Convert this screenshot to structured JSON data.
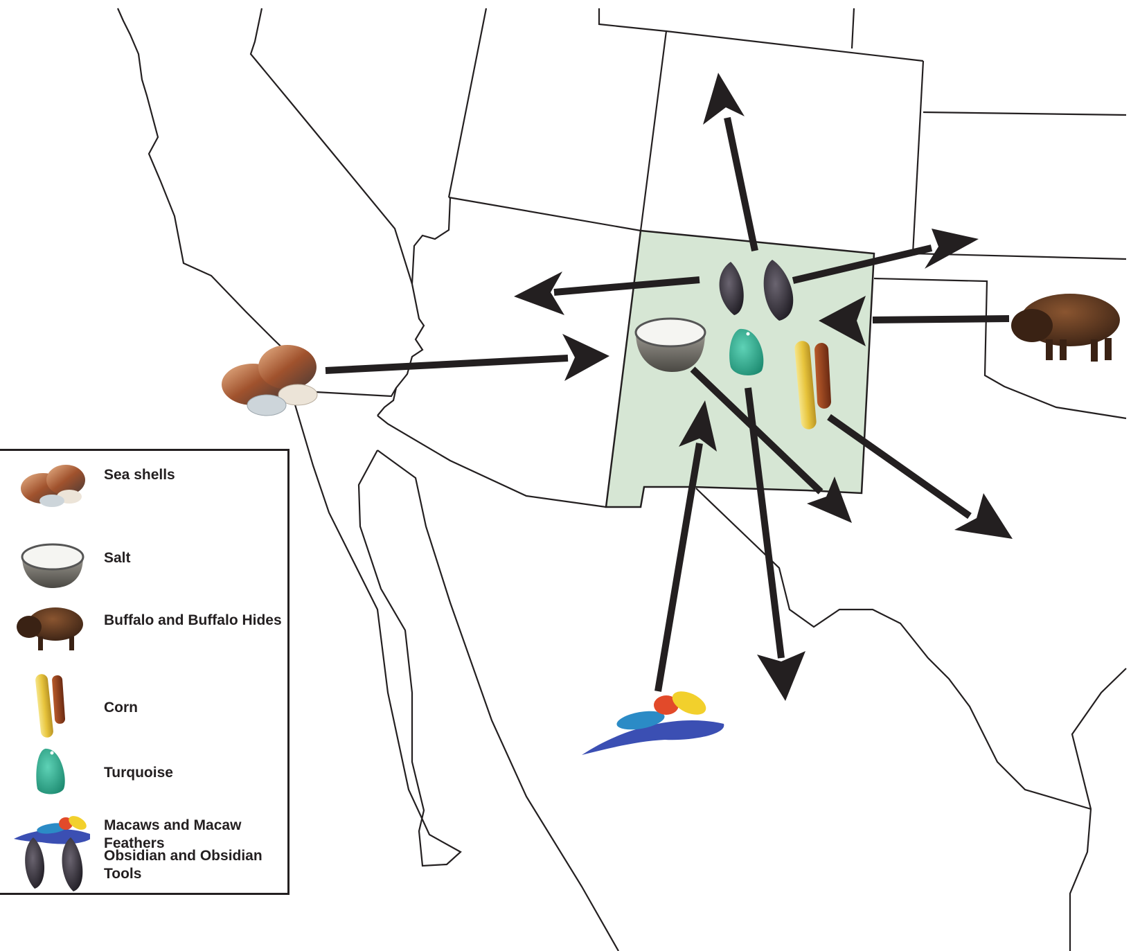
{
  "map": {
    "highlight_region": {
      "name": "New Mexico",
      "fill": "#d6e6d4"
    },
    "line_color": "#231f20",
    "placed_items": [
      {
        "id": "sea-shells",
        "position": "southern California coast",
        "flow": "in"
      },
      {
        "id": "salt",
        "position": "inside highlighted region",
        "flow": "out"
      },
      {
        "id": "buffalo",
        "position": "east (plains)",
        "flow": "in"
      },
      {
        "id": "corn",
        "position": "inside highlighted region",
        "flow": "out"
      },
      {
        "id": "turquoise",
        "position": "inside highlighted region",
        "flow": "out"
      },
      {
        "id": "macaw-feathers",
        "position": "south (Mexico)",
        "flow": "in"
      },
      {
        "id": "obsidian",
        "position": "inside highlighted region",
        "flow": "out"
      }
    ]
  },
  "legend": {
    "items": [
      {
        "label": "Sea shells"
      },
      {
        "label": "Salt"
      },
      {
        "label": "Buffalo and Buffalo Hides"
      },
      {
        "label": "Corn"
      },
      {
        "label": "Turquoise"
      },
      {
        "label": "Macaws and Macaw Feathers"
      },
      {
        "label": "Obsidian and Obsidian Tools"
      }
    ]
  }
}
